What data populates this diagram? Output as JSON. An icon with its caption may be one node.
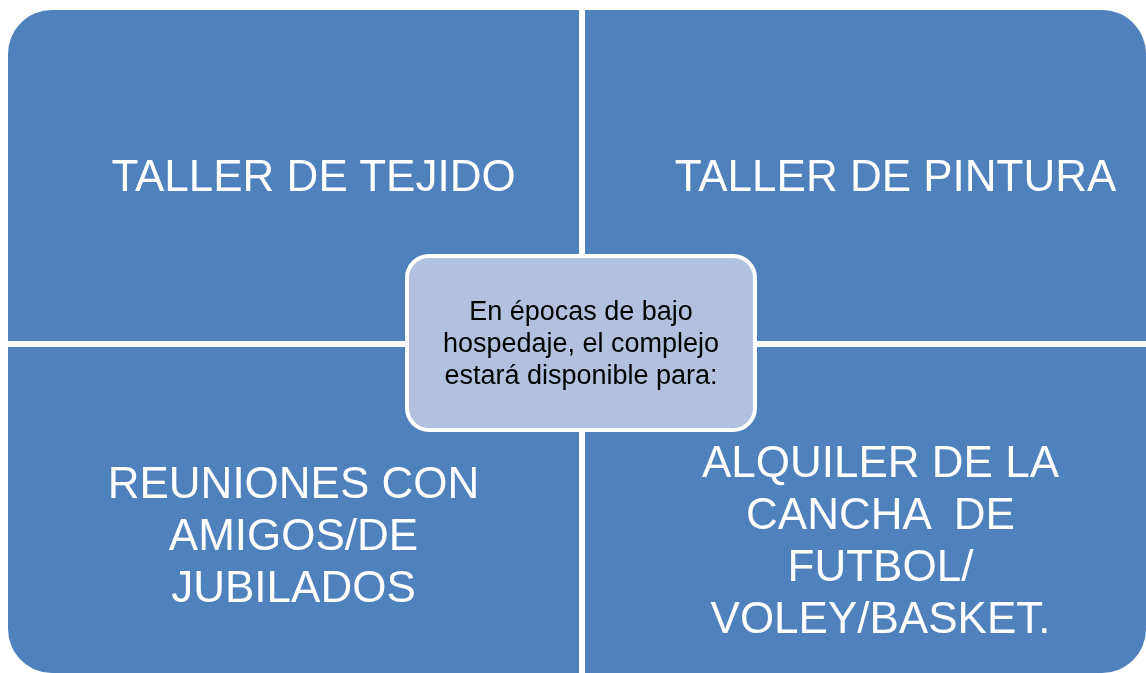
{
  "diagram": {
    "nodes": [
      {
        "text": [
          "TALLER DE TEJIDO"
        ]
      },
      {
        "text": [
          "TALLER DE PINTURA"
        ]
      },
      {
        "text": [
          "En épocas de bajo hospedaje, el complejo estará disponible para:"
        ]
      },
      {
        "text": [
          "REUNIONES CON AMIGOS/DE JUBILADOS"
        ]
      },
      {
        "text": [
          "ALQUILER DE LA CANCHA  DE FUTBOL/ VOLEY/BASKET."
        ]
      }
    ]
  }
}
